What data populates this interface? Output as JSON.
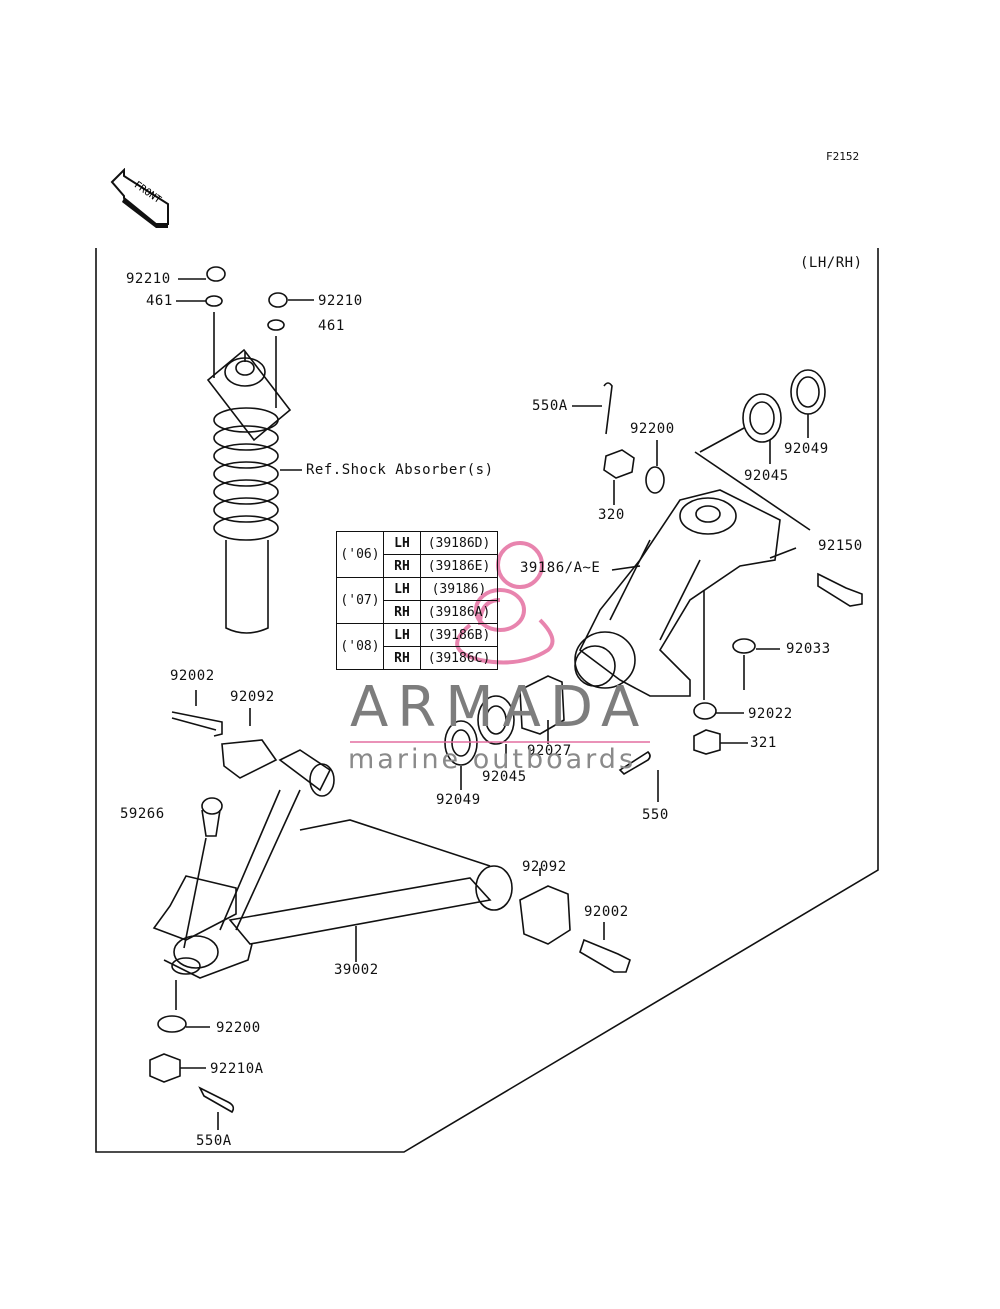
{
  "header": {
    "figure_code": "F2152",
    "front_label": "FRONT",
    "side_note": "(LH/RH)"
  },
  "callouts": {
    "nut_92210_left": "92210",
    "washer_461_left": "461",
    "nut_92210_right": "92210",
    "washer_461_right": "461",
    "shock_ref": "Ref.Shock Absorber(s)",
    "cotter_550A_top": "550A",
    "washer_92200_top": "92200",
    "castle_nut_320": "320",
    "bearing_92045_top": "92045",
    "seal_92049_top": "92049",
    "knuckle_39186": "39186/A~E",
    "bolt_92150": "92150",
    "circlip_92033": "92033",
    "washer_92022": "92022",
    "castle_nut_321": "321",
    "cotter_550": "550",
    "sleeve_92027": "92027",
    "bearing_92045_bottom": "92045",
    "seal_92049_bottom": "92049",
    "bolt_92002_left": "92002",
    "bushing_92092_left": "92092",
    "ball_joint_59266": "59266",
    "bushing_92092_right": "92092",
    "bolt_92002_right": "92002",
    "arm_39002": "39002",
    "washer_92200_bottom": "92200",
    "castle_nut_92210A": "92210A",
    "cotter_550A_bottom": "550A"
  },
  "year_table": [
    {
      "year": "('06)",
      "rows": [
        {
          "side": "LH",
          "part": "(39186D)"
        },
        {
          "side": "RH",
          "part": "(39186E)"
        }
      ]
    },
    {
      "year": "('07)",
      "rows": [
        {
          "side": "LH",
          "part": "(39186)"
        },
        {
          "side": "RH",
          "part": "(39186A)"
        }
      ]
    },
    {
      "year": "('08)",
      "rows": [
        {
          "side": "LH",
          "part": "(39186B)"
        },
        {
          "side": "RH",
          "part": "(39186C)"
        }
      ]
    }
  ],
  "watermark": {
    "brand": "ARMADA",
    "tagline": "marine outboards",
    "accent_color": "#e46fa0",
    "text_color": "#7d7d7d"
  }
}
